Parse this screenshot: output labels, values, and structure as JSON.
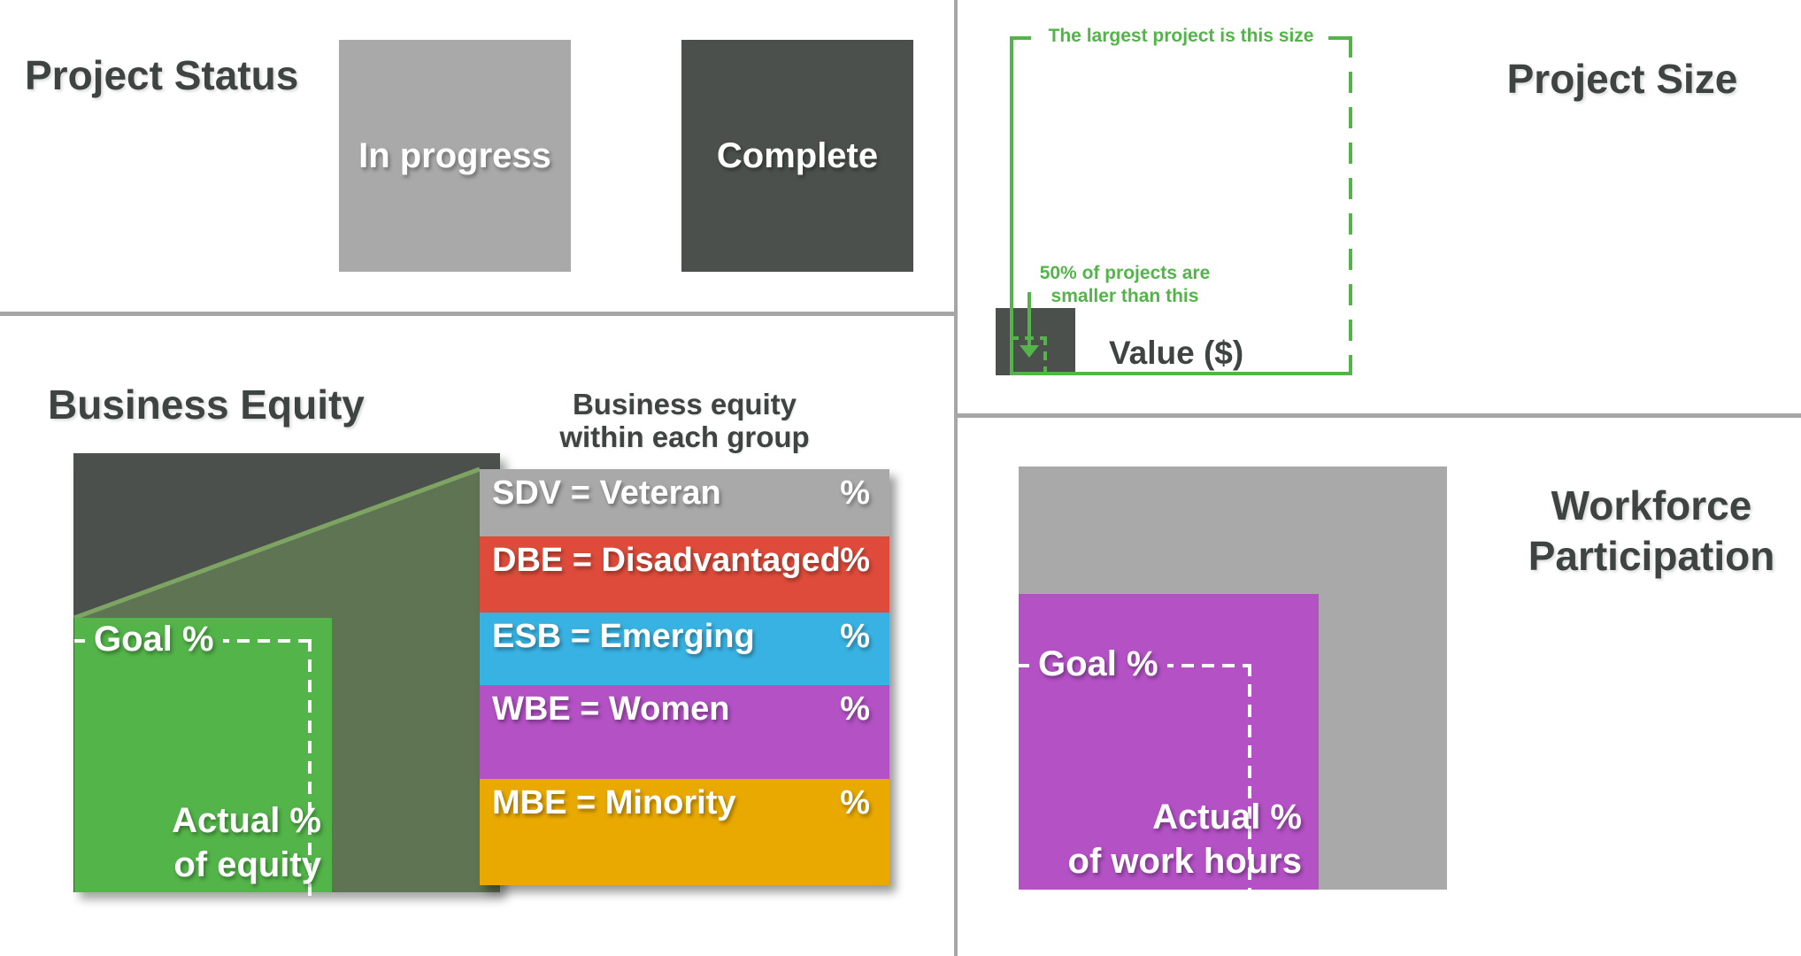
{
  "palette": {
    "charcoal": "#4b504c",
    "gray": "#a9a9a9",
    "green": "#53b449",
    "olive": "#5e7452",
    "olive_edge": "#7ea463",
    "divider": "#a6a6a6",
    "title_text": "#3e4441"
  },
  "project_status": {
    "title": "Project Status",
    "statuses": [
      {
        "label": "In progress",
        "color": "#a9a9a9"
      },
      {
        "label": "Complete",
        "color": "#4b504c"
      }
    ]
  },
  "project_size": {
    "title": "Project Size",
    "largest_note": "The largest project is this size",
    "median_note_line1": "50% of projects are",
    "median_note_line2": "smaller than this",
    "axis_label": "Value ($)",
    "outline_color": "#53b449",
    "swatch_color": "#4b504c"
  },
  "business_equity": {
    "title": "Business Equity",
    "goal_label": "Goal %",
    "actual_line1": "Actual %",
    "actual_line2": "of equity",
    "goal_square_color": "#53b449",
    "background_square_color": "#4b504c",
    "breakdown_title_line1": "Business equity",
    "breakdown_title_line2": "within each group",
    "groups": [
      {
        "code": "SDV",
        "label": "SDV = Veteran",
        "value": "%",
        "color": "#a9a9a9"
      },
      {
        "code": "DBE",
        "label": "DBE = Disadvantaged",
        "value": "%",
        "color": "#df4b3a"
      },
      {
        "code": "ESB",
        "label": "ESB = Emerging",
        "value": "%",
        "color": "#38b2e2"
      },
      {
        "code": "WBE",
        "label": "WBE = Women",
        "value": "%",
        "color": "#b351c5"
      },
      {
        "code": "MBE",
        "label": "MBE = Minority",
        "value": "%",
        "color": "#e9a900"
      }
    ]
  },
  "workforce_participation": {
    "title_line1": "Workforce",
    "title_line2": "Participation",
    "goal_label": "Goal %",
    "actual_line1": "Actual %",
    "actual_line2": "of work hours",
    "base_color": "#a9a9a9",
    "accent_color": "#b351c5"
  }
}
